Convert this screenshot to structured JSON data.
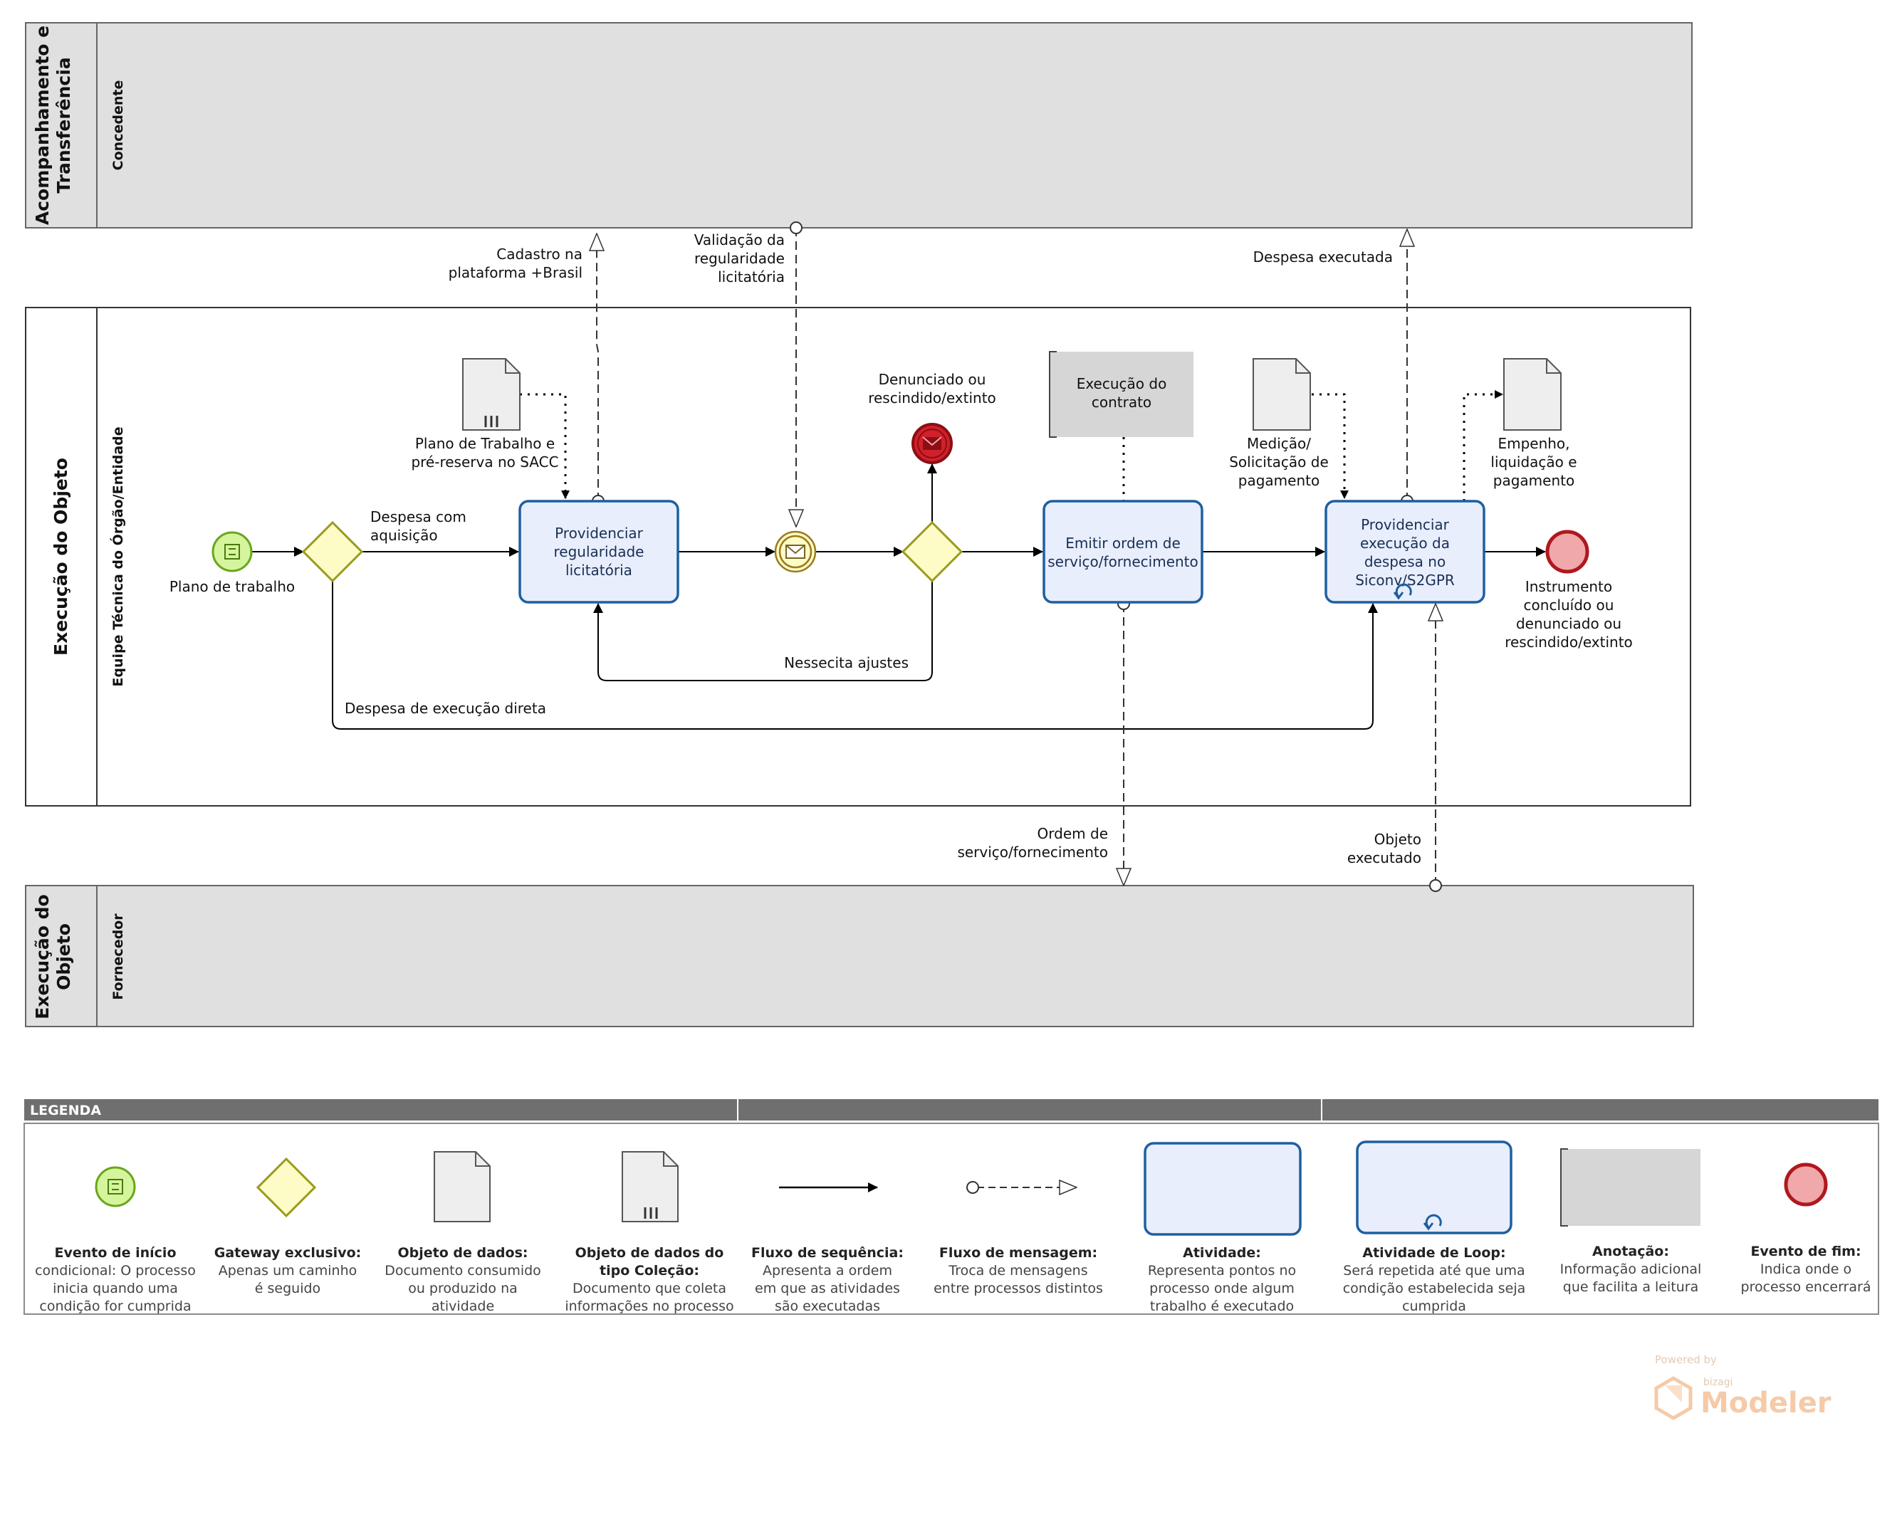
{
  "pools": {
    "top": {
      "title_line1": "Acompanhamento e",
      "title_line2": "Transferência",
      "lane": "Concedente"
    },
    "middle": {
      "title": "Execução do Objeto",
      "lane": "Equipe Técnica do Órgão/Entidade"
    },
    "bottom": {
      "title_line1": "Execução do",
      "title_line2": "Objeto",
      "lane": "Fornecedor"
    }
  },
  "elements": {
    "start_label": "Plano de trabalho",
    "task1": [
      "Providenciar",
      "regularidade",
      "licitatória"
    ],
    "task2": [
      "Emitir ordem de",
      "serviço/fornecimento"
    ],
    "task3": [
      "Providenciar",
      "execução da",
      "despesa no",
      "Siconv/S2GPR"
    ],
    "end_label": [
      "Instrumento",
      "concluído ou",
      "denunciado ou",
      "rescindido/extinto"
    ],
    "end_error_label": [
      "Denunciado ou",
      "rescindido/extinto"
    ],
    "data1_label": [
      "Plano de Trabalho e",
      "pré-reserva no SACC"
    ],
    "data2_label": [
      "Medição/",
      "Solicitação de",
      "pagamento"
    ],
    "data3_label": [
      "Empenho,",
      "liquidação e",
      "pagamento"
    ],
    "annotation": [
      "Execução do",
      "contrato"
    ]
  },
  "flows": {
    "despesa_aquisicao": [
      "Despesa com",
      "aquisição"
    ],
    "necessita_ajustes": "Nessecita ajustes",
    "execucao_direta": "Despesa de execução direta",
    "cadastro": [
      "Cadastro na",
      "plataforma +Brasil"
    ],
    "validacao": [
      "Validação da",
      "regularidade",
      "licitatória"
    ],
    "despesa_executada": "Despesa executada",
    "ordem_servico": [
      "Ordem de",
      "serviço/fornecimento"
    ],
    "objeto_executado": [
      "Objeto",
      "executado"
    ]
  },
  "legend": {
    "header": "LEGENDA",
    "items": [
      {
        "title": "Evento de início",
        "lines": [
          "condicional: O processo",
          "inicia quando uma",
          "condição for cumprida"
        ]
      },
      {
        "title": "Gateway exclusivo:",
        "lines": [
          "Apenas um caminho",
          "é seguido"
        ]
      },
      {
        "title": "Objeto de dados:",
        "lines": [
          "Documento consumido",
          "ou produzido na",
          "atividade"
        ]
      },
      {
        "title": "Objeto de dados do",
        "lines": [
          "tipo Coleção:",
          "Documento que coleta",
          "informações no processo"
        ]
      },
      {
        "title": "Fluxo de sequência:",
        "lines": [
          "Apresenta a ordem",
          "em que as atividades",
          "são executadas"
        ]
      },
      {
        "title": "Fluxo de mensagem:",
        "lines": [
          "Troca de mensagens",
          "entre processos distintos"
        ]
      },
      {
        "title": "Atividade:",
        "lines": [
          "Representa pontos no",
          "processo onde algum",
          "trabalho é executado"
        ]
      },
      {
        "title": "Atividade de Loop:",
        "lines": [
          "Será repetida até que uma",
          "condição estabelecida seja",
          "cumprida"
        ]
      },
      {
        "title": "Anotação:",
        "lines": [
          "Informação adicional",
          "que facilita a leitura"
        ]
      },
      {
        "title": "Evento de fim:",
        "lines": [
          "Indica onde o",
          "processo encerrará"
        ]
      }
    ]
  },
  "branding": {
    "powered": "Powered by",
    "small": "bizagi",
    "product": "Modeler"
  },
  "colors": {
    "pool_fill": "#e0e0e0",
    "task_fill": "#e8eefc",
    "task_stroke": "#1f5fa0",
    "gateway_fill": "#fdfbc6",
    "start_fill": "#d5f59c",
    "end_fill": "#f0a8aa",
    "end_stroke": "#b0181e"
  }
}
